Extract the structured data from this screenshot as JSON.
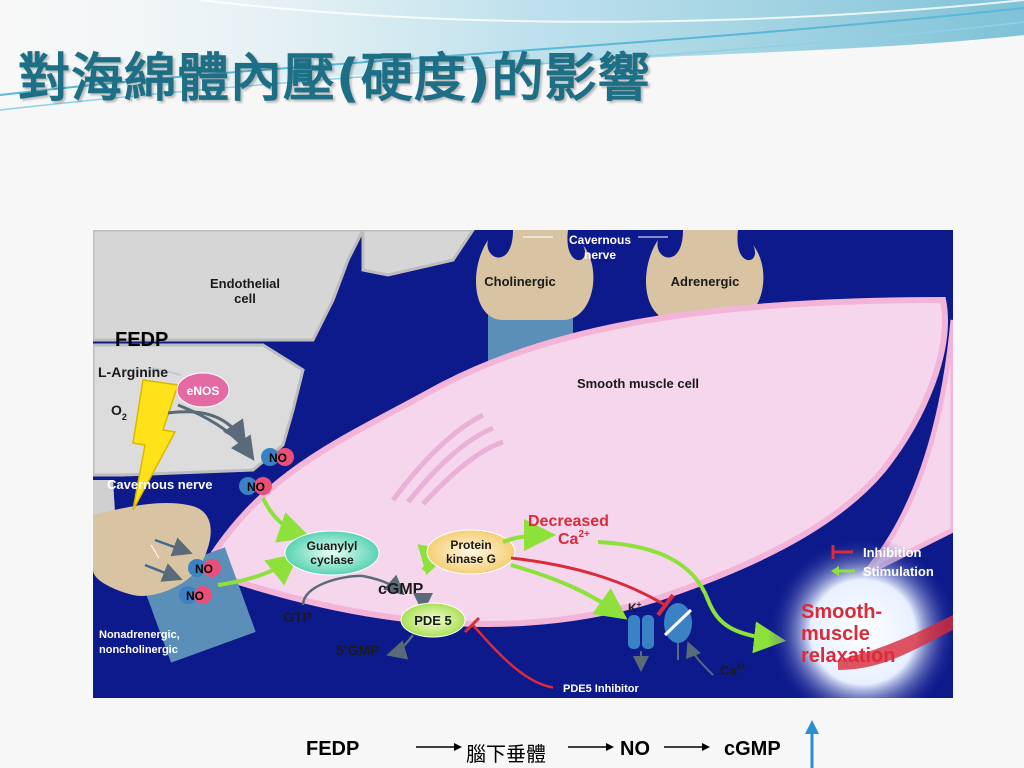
{
  "slide": {
    "title": "對海綿體內壓(硬度)的影響",
    "colors": {
      "title": "#1d6f86",
      "background": "#f7f7f7",
      "wave": "#7fc8e0"
    }
  },
  "diagram": {
    "labels": {
      "endothelial_cell": [
        "Endothelial",
        "cell"
      ],
      "fedp": "FEDP",
      "l_arginine": "L-Arginine",
      "o2": "O",
      "o2_sub": "2",
      "enos": "eNOS",
      "cavernous_nerve_left": "Cavernous nerve",
      "nonadrenergic": [
        "Nonadrenergic,",
        "noncholinergic"
      ],
      "cavernous_nerve_top": [
        "Cavernous",
        "nerve"
      ],
      "cholinergic": "Cholinergic",
      "adrenergic": "Adrenergic",
      "smooth_muscle_cell": "Smooth muscle cell",
      "no": "NO",
      "guanylyl_cyclase": [
        "Guanylyl",
        "cyclase"
      ],
      "gtp": "GTP",
      "cgmp": "cGMP",
      "pde5": "PDE 5",
      "five_gmp": "5’GMP",
      "protein_kinase_g": [
        "Protein",
        "kinase G"
      ],
      "decreased": "Decreased",
      "ca": "Ca",
      "ca_sup": "2+",
      "k": "K",
      "k_sup": "+",
      "ca2": "Ca",
      "ca2_sup": "2+",
      "pde5_inhibitor": "PDE5 Inhibitor",
      "smooth_muscle_relaxation": [
        "Smooth-",
        "muscle",
        "relaxation"
      ]
    },
    "legend": {
      "inhibition": "Inhibition",
      "stimulation": "Stimulation"
    },
    "colors": {
      "background": "#0d1a8c",
      "endothelium": "#d9d9d9",
      "nerve": "#d8c4a3",
      "smooth_muscle": "#f6d6ec",
      "stimulation": "#8ee03a",
      "inhibition": "#d92b3a",
      "relaxation": "#d92b3a",
      "no_blue": "#3b82c4",
      "no_pink": "#e8507a"
    },
    "icons": [
      "lightning-bolt-icon",
      "ion-channel-icon"
    ]
  },
  "flow": {
    "steps": [
      "FEDP",
      "腦下垂體",
      "NO",
      "cGMP"
    ],
    "trend_icon": "up-arrow-icon"
  }
}
